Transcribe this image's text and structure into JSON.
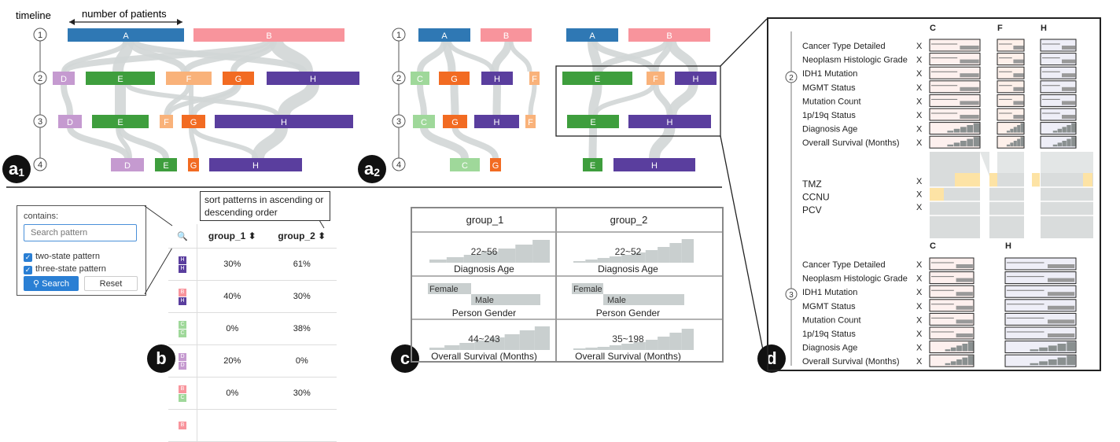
{
  "labels": {
    "timeline": "timeline",
    "num_patients": "number of patients",
    "levels": [
      "1",
      "2",
      "3",
      "4"
    ]
  },
  "colors": {
    "A": "#2f78b4",
    "B": "#f8949c",
    "C": "#9fd89a",
    "D": "#c59ad0",
    "E": "#3e9e3d",
    "F": "#f9b27a",
    "G": "#f26b22",
    "H": "#5a3e9e",
    "flow": "#d2d6d6"
  },
  "panel_a1": {
    "badge": "a1",
    "rows": [
      [
        {
          "l": "A"
        },
        {
          "l": "B"
        }
      ],
      [
        {
          "l": "D"
        },
        {
          "l": "E"
        },
        {
          "l": "F"
        },
        {
          "l": "G"
        },
        {
          "l": "H"
        }
      ],
      [
        {
          "l": "D"
        },
        {
          "l": "E"
        },
        {
          "l": "F"
        },
        {
          "l": "G"
        },
        {
          "l": "H"
        }
      ],
      [
        {
          "l": "D"
        },
        {
          "l": "E"
        },
        {
          "l": "G"
        },
        {
          "l": "H"
        }
      ]
    ]
  },
  "panel_a2": {
    "badge": "a2",
    "left_rows": [
      [
        {
          "l": "A"
        },
        {
          "l": "B"
        }
      ],
      [
        {
          "l": "C"
        },
        {
          "l": "G"
        },
        {
          "l": "H"
        },
        {
          "l": "F"
        }
      ],
      [
        {
          "l": "C"
        },
        {
          "l": "G"
        },
        {
          "l": "H"
        },
        {
          "l": "F"
        }
      ],
      [
        {
          "l": "C"
        },
        {
          "l": "G"
        }
      ]
    ],
    "right_rows": [
      [
        {
          "l": "A"
        },
        {
          "l": "B"
        }
      ],
      [
        {
          "l": "E"
        },
        {
          "l": "F"
        },
        {
          "l": "H"
        }
      ],
      [
        {
          "l": "E"
        },
        {
          "l": "H"
        }
      ],
      [
        {
          "l": "E"
        },
        {
          "l": "H"
        }
      ]
    ]
  },
  "panel_b": {
    "badge": "b",
    "contains_label": "contains:",
    "search_placeholder": "Search pattern",
    "options": [
      "two-state pattern",
      "three-state pattern"
    ],
    "search_button": "Search",
    "reset_button": "Reset",
    "tooltip": "sort patterns in ascending or descending order",
    "columns": [
      "group_1",
      "group_2"
    ],
    "rows": [
      {
        "pattern": [
          "H",
          "H"
        ],
        "g1": "30%",
        "g2": "61%"
      },
      {
        "pattern": [
          "B",
          "H"
        ],
        "g1": "40%",
        "g2": "30%"
      },
      {
        "pattern": [
          "C",
          "C"
        ],
        "g1": "0%",
        "g2": "38%"
      },
      {
        "pattern": [
          "D",
          "D"
        ],
        "g1": "20%",
        "g2": "0%"
      },
      {
        "pattern": [
          "B",
          "C"
        ],
        "g1": "0%",
        "g2": "30%"
      },
      {
        "pattern": [
          "B"
        ],
        "g1": "",
        "g2": ""
      }
    ]
  },
  "panel_c": {
    "badge": "c",
    "groups": [
      "group_1",
      "group_2"
    ],
    "rows": [
      {
        "label": "Diagnosis Age",
        "ranges": [
          "22~56",
          "22~52"
        ],
        "type": "hist"
      },
      {
        "label": "Person Gender",
        "type": "gender",
        "categories": [
          "Female",
          "Male"
        ]
      },
      {
        "label": "Overall Survival (Months)",
        "ranges": [
          "44~243",
          "35~198"
        ],
        "type": "hist"
      }
    ]
  },
  "panel_d": {
    "badge": "d",
    "top_level": "2",
    "bottom_level": "3",
    "top_columns": [
      "C",
      "F",
      "H"
    ],
    "bottom_columns": [
      "C",
      "H"
    ],
    "attributes": [
      "Cancer Type Detailed",
      "Neoplasm Histologic Grade",
      "IDH1 Mutation",
      "MGMT Status",
      "Mutation Count",
      "1p/19q Status",
      "Diagnosis Age",
      "Overall Survival (Months)"
    ],
    "treatments": [
      "TMZ",
      "CCNU",
      "PCV"
    ],
    "remove_mark": "X"
  }
}
